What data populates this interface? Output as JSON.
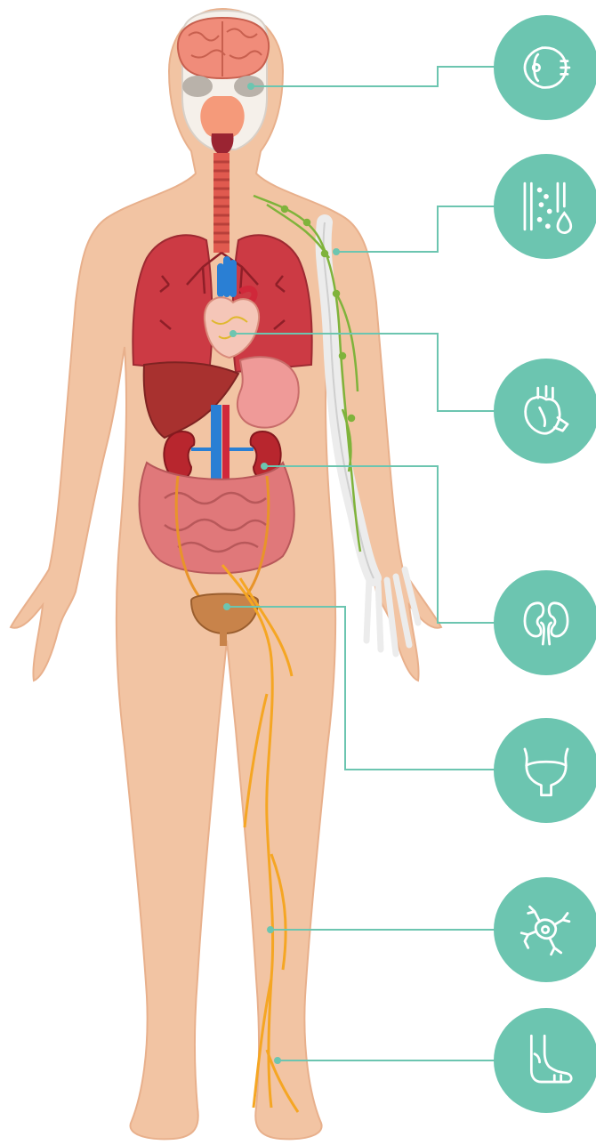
{
  "colors": {
    "background": "#ffffff",
    "skin": "#f2c4a3",
    "skin_outline": "#e8b08c",
    "teal_circle": "#6cc5b0",
    "connector": "#6cc5b0",
    "icon_stroke": "#ffffff",
    "organ_red": "#c9353f",
    "liver": "#a8312f",
    "intestine": "#e0787a",
    "nerve": "#f5a623",
    "lymph": "#7fb33b",
    "bone": "#ececec",
    "brain": "#f08c7a",
    "blood_vessel_blue": "#2a7fd4"
  },
  "icons": [
    {
      "id": "eye",
      "icon": "eye-icon"
    },
    {
      "id": "lymph",
      "icon": "lymphatic-vessel-icon"
    },
    {
      "id": "heart",
      "icon": "heart-icon"
    },
    {
      "id": "kidney",
      "icon": "kidney-icon"
    },
    {
      "id": "bladder",
      "icon": "bladder-icon"
    },
    {
      "id": "neuron",
      "icon": "neuron-icon"
    },
    {
      "id": "foot",
      "icon": "foot-icon"
    }
  ]
}
